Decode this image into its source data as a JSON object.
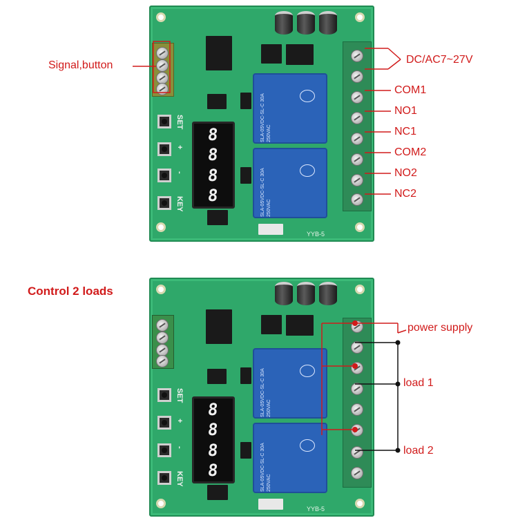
{
  "top_board": {
    "left_callout": "Signal,button",
    "terminal_labels": [
      "DC/AC7~27V",
      "COM1",
      "NO1",
      "NC1",
      "COM2",
      "NO2",
      "NC2"
    ],
    "display_digits": [
      "8",
      "8",
      "8",
      "8"
    ],
    "buttons": [
      "SET",
      "+",
      "-",
      "KEY"
    ],
    "board_code": "YYB-5"
  },
  "bottom_board": {
    "heading": "Control 2 loads",
    "labels": [
      "power supply",
      "load 1",
      "load 2"
    ],
    "display_digits": [
      "8",
      "8",
      "8",
      "8"
    ],
    "buttons": [
      "SET",
      "+",
      "-",
      "KEY"
    ],
    "board_code": "YYB-5"
  },
  "colors": {
    "pcb_green": "#2fa86a",
    "relay_blue": "#2b63b8",
    "callout_red": "#d11a1a"
  }
}
